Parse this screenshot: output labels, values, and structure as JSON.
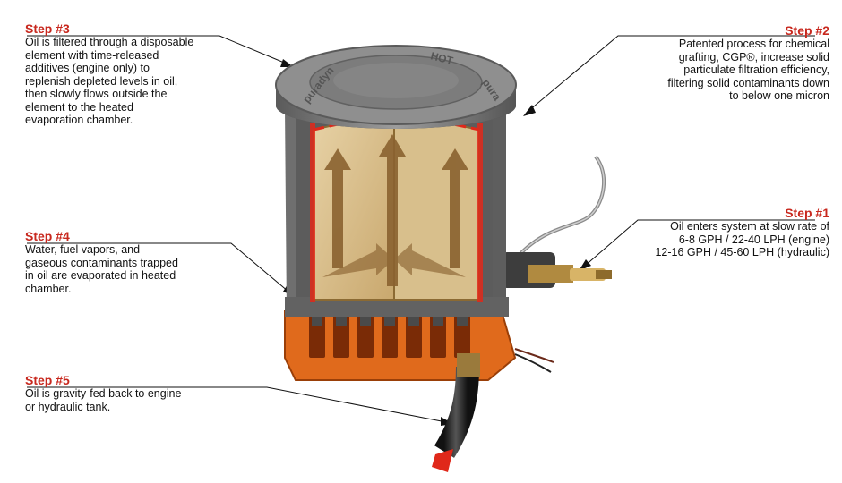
{
  "steps": {
    "step1": {
      "title": "Step #1",
      "body": "Oil enters system at slow rate of\n6-8 GPH / 22-40 LPH (engine)\n12-16 GPH / 45-60 LPH (hydraulic)"
    },
    "step2": {
      "title": "Step #2",
      "body": "Patented process for chemical\ngrafting, CGP®, increase solid\nparticulate filtration efficiency,\nfiltering solid contaminants down\nto below one micron"
    },
    "step3": {
      "title": "Step #3",
      "body": "Oil is filtered through a disposable\nelement with time-released\nadditives (engine only) to\nreplenish depleted levels in oil,\nthen slowly flows outside the\nelement to the heated\nevaporation chamber."
    },
    "step4": {
      "title": "Step #4",
      "body": "Water, fuel vapors, and\ngaseous contaminants trapped\nin oil are evaporated in heated\nchamber."
    },
    "step5": {
      "title": "Step #5",
      "body": "Oil is gravity-fed back to engine\nor hydraulic tank."
    }
  },
  "lid_text": {
    "left": "puradyn",
    "center": "HOT",
    "right": "pura"
  },
  "colors": {
    "step_title": "#c8281e",
    "housing": "#7a7a7a",
    "housing_dark": "#4d4d4d",
    "media": "#d9bf8f",
    "heater": "#e06a1c",
    "oil_path": "#e0281a",
    "hose": "#2b2b2b"
  }
}
